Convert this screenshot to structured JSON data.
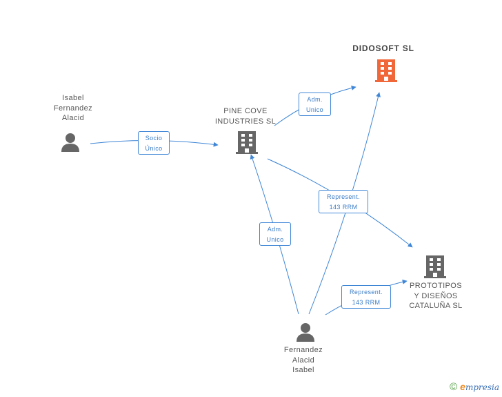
{
  "nodes": {
    "didosoft": {
      "name": "DIDOSOFT SL",
      "icon": "building-icon",
      "color": "#f0683a"
    },
    "pine_cove": {
      "name_line1": "PINE COVE",
      "name_line2": "INDUSTRIES SL",
      "icon": "building-icon",
      "color": "#666666"
    },
    "prototipos": {
      "name_line1": "PROTOTIPOS",
      "name_line2": "Y DISEÑOS",
      "name_line3": "CATALUÑA SL",
      "icon": "building-icon",
      "color": "#666666"
    },
    "isabel_person": {
      "name_line1": "Isabel",
      "name_line2": "Fernandez",
      "name_line3": "Alacid",
      "icon": "person-icon",
      "color": "#666666"
    },
    "fernandez_person": {
      "name_line1": "Fernandez",
      "name_line2": "Alacid",
      "name_line3": "Isabel",
      "icon": "person-icon",
      "color": "#666666"
    }
  },
  "edges": {
    "socio_unico": {
      "line1": "Socio",
      "line2": "Único"
    },
    "adm_unico_top": {
      "line1": "Adm.",
      "line2": "Unico"
    },
    "adm_unico_mid": {
      "line1": "Adm.",
      "line2": "Unico"
    },
    "represent_mid": {
      "line1": "Represent.",
      "line2": "143 RRM"
    },
    "represent_low": {
      "line1": "Represent.",
      "line2": "143 RRM"
    }
  },
  "colors": {
    "edge": "#3f86d6",
    "focus_node": "#f0683a",
    "node": "#666666"
  },
  "footer": {
    "copyright": "©",
    "brand_initial": "e",
    "brand_rest": "mpresia"
  }
}
